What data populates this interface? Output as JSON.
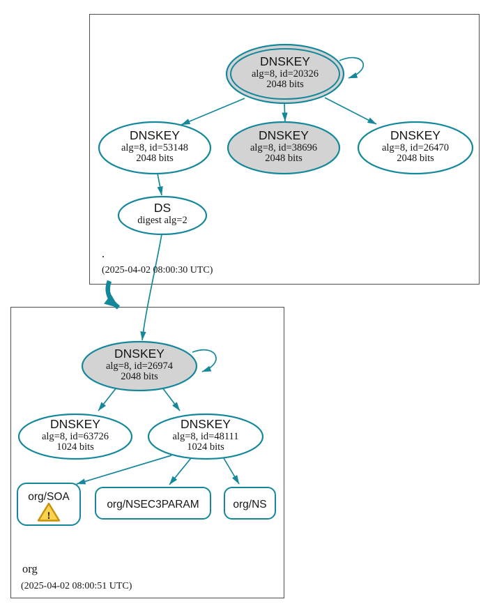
{
  "zones": {
    "root": {
      "label": ".",
      "timestamp": "(2025-04-02 08:00:30 UTC)",
      "ksk": {
        "title": "DNSKEY",
        "alg": "alg=8, id=20326",
        "bits": "2048 bits"
      },
      "zsk1": {
        "title": "DNSKEY",
        "alg": "alg=8, id=53148",
        "bits": "2048 bits"
      },
      "zsk2": {
        "title": "DNSKEY",
        "alg": "alg=8, id=38696",
        "bits": "2048 bits"
      },
      "zsk3": {
        "title": "DNSKEY",
        "alg": "alg=8, id=26470",
        "bits": "2048 bits"
      },
      "ds": {
        "title": "DS",
        "digest": "digest alg=2"
      }
    },
    "org": {
      "label": "org",
      "timestamp": "(2025-04-02 08:00:51 UTC)",
      "ksk": {
        "title": "DNSKEY",
        "alg": "alg=8, id=26974",
        "bits": "2048 bits"
      },
      "zsk1": {
        "title": "DNSKEY",
        "alg": "alg=8, id=63726",
        "bits": "1024 bits"
      },
      "zsk2": {
        "title": "DNSKEY",
        "alg": "alg=8, id=48111",
        "bits": "1024 bits"
      },
      "rrset_soa": {
        "label": "org/SOA"
      },
      "rrset_nsec3param": {
        "label": "org/NSEC3PARAM"
      },
      "rrset_ns": {
        "label": "org/NS"
      }
    },
    "warning_mark": "!"
  },
  "colors": {
    "edge_and_node_stroke": "#14879b",
    "ksk_fill": "#d3d3d3",
    "zone_box_stroke": "#4c4c4c",
    "warning_fill": "#fcd34d",
    "warning_stroke": "#c8900c"
  }
}
